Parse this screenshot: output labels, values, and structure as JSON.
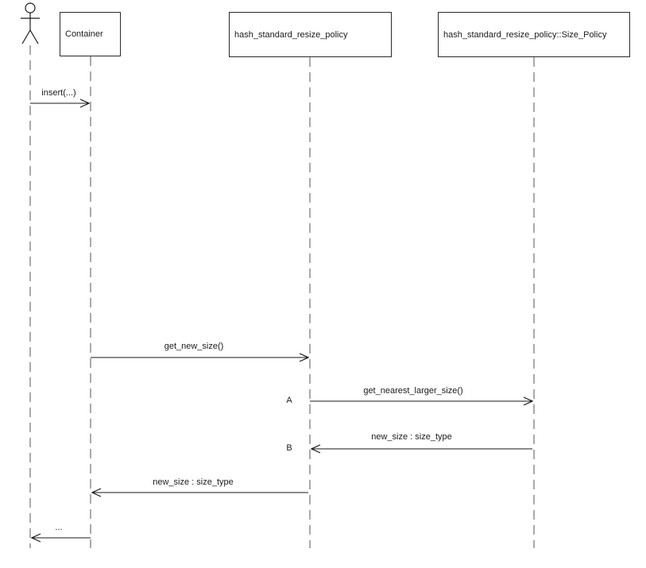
{
  "diagram": {
    "type": "uml-sequence-diagram",
    "participants": [
      {
        "id": "user",
        "kind": "actor",
        "label": ""
      },
      {
        "id": "container",
        "kind": "object",
        "label": "Container"
      },
      {
        "id": "policy",
        "kind": "object",
        "label": "hash_standard_resize_policy"
      },
      {
        "id": "size_policy",
        "kind": "object",
        "label": "hash_standard_resize_policy::Size_Policy"
      }
    ],
    "messages": [
      {
        "label": "insert(...)",
        "from": "user",
        "to": "container",
        "marker": ""
      },
      {
        "label": "get_new_size()",
        "from": "container",
        "to": "policy",
        "marker": ""
      },
      {
        "label": "get_nearest_larger_size()",
        "from": "policy",
        "to": "size_policy",
        "marker": "A"
      },
      {
        "label": "new_size : size_type",
        "from": "size_policy",
        "to": "policy",
        "marker": "B"
      },
      {
        "label": "new_size : size_type",
        "from": "policy",
        "to": "container",
        "marker": ""
      },
      {
        "label": "...",
        "from": "container",
        "to": "user",
        "marker": ""
      }
    ],
    "colors": {
      "background": "#ffffff",
      "line": "#1a1a1a",
      "lifeline": "#555555",
      "box_border": "#2a2a2a",
      "text": "#1a1a1a"
    }
  }
}
